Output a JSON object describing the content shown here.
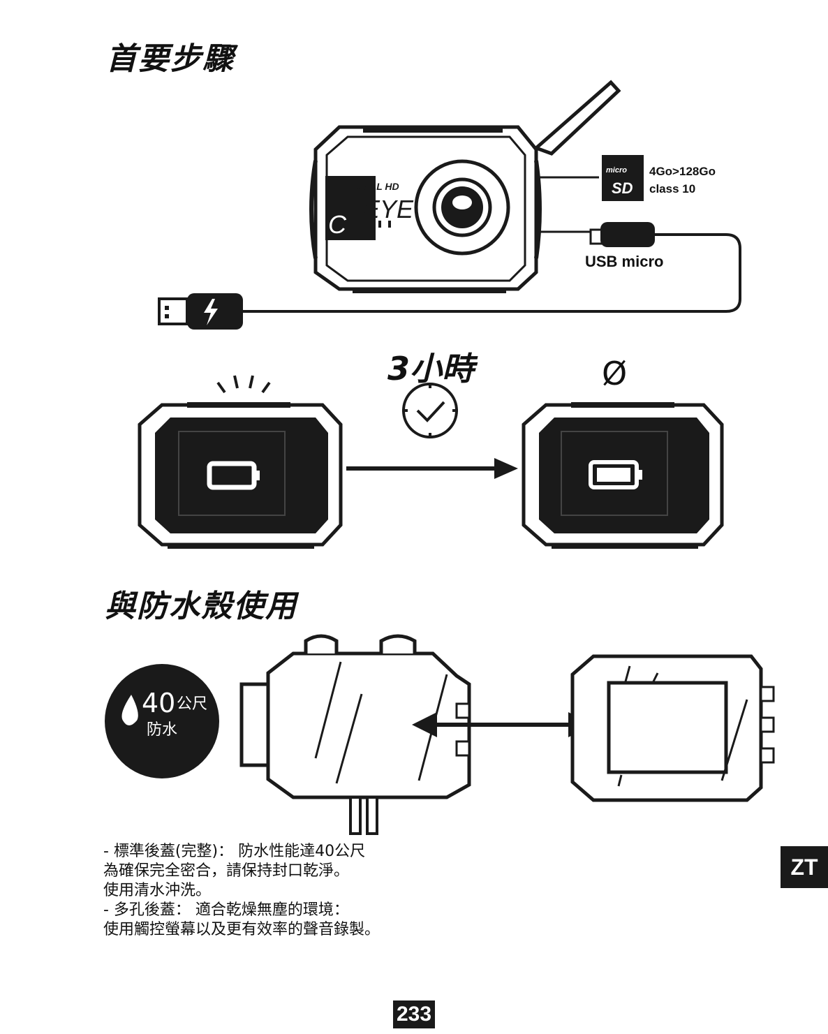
{
  "headings": {
    "first_steps": "首要步驟",
    "housing": "與防水殼使用"
  },
  "camera": {
    "logo_top": "FULL HD",
    "logo_main": "EYE",
    "logo_g": "C"
  },
  "sd_card": {
    "micro": "micro",
    "sd": "SD",
    "capacity": "4Go>128Go",
    "class": "class 10"
  },
  "usb": {
    "label": "USB micro"
  },
  "charge": {
    "duration": "3小時",
    "done_symbol": "Ø"
  },
  "badge": {
    "depth": "40",
    "unit": "公尺",
    "caption": "防水"
  },
  "notes": [
    "-   標準後蓋(完整)： 防水性能達40公尺",
    "為確保完全密合，請保持封口乾淨。",
    "使用清水沖洗。",
    "-   多孔後蓋： 適合乾燥無塵的環境：",
    "使用觸控螢幕以及更有效率的聲音錄製。"
  ],
  "side_tab": "ZT",
  "page_number": "233",
  "colors": {
    "ink": "#1a1a1a",
    "paper": "#ffffff"
  }
}
